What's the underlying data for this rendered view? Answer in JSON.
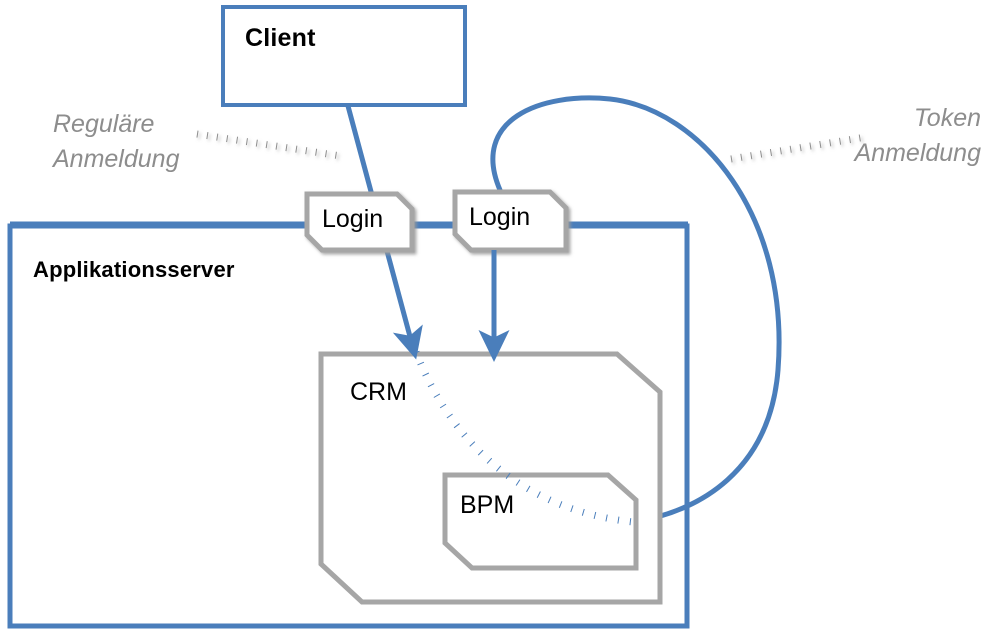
{
  "diagram": {
    "title_nodes": {
      "client": "Client",
      "app_server": "Applikationsserver",
      "login_regular": "Login",
      "login_token": "Login",
      "crm": "CRM",
      "bpm": "BPM"
    },
    "annotations": {
      "left_line1": "Reguläre",
      "left_line2": "Anmeldung",
      "right_line1": "Token",
      "right_line2": "Anmeldung"
    },
    "colors": {
      "accent_blue": "#4a7ebb",
      "node_gray": "#a6a6a6",
      "annotation_gray": "#8d8d8d",
      "text_black": "#000000",
      "background": "#ffffff"
    },
    "connectors": [
      {
        "name": "client-to-crm",
        "style": "solid-arrow",
        "color": "#4a7ebb",
        "from": "client",
        "to": "crm"
      },
      {
        "name": "crm-to-bpm-dotted",
        "style": "dotted-curve",
        "color": "#4a7ebb",
        "from": "crm",
        "to": "bpm"
      },
      {
        "name": "login-token-to-crm",
        "style": "solid-arrow",
        "color": "#4a7ebb",
        "from": "login_token",
        "to": "crm"
      },
      {
        "name": "login-token-loop-to-bpm",
        "style": "solid-curve",
        "color": "#4a7ebb",
        "from": "login_token",
        "to": "bpm"
      }
    ]
  }
}
